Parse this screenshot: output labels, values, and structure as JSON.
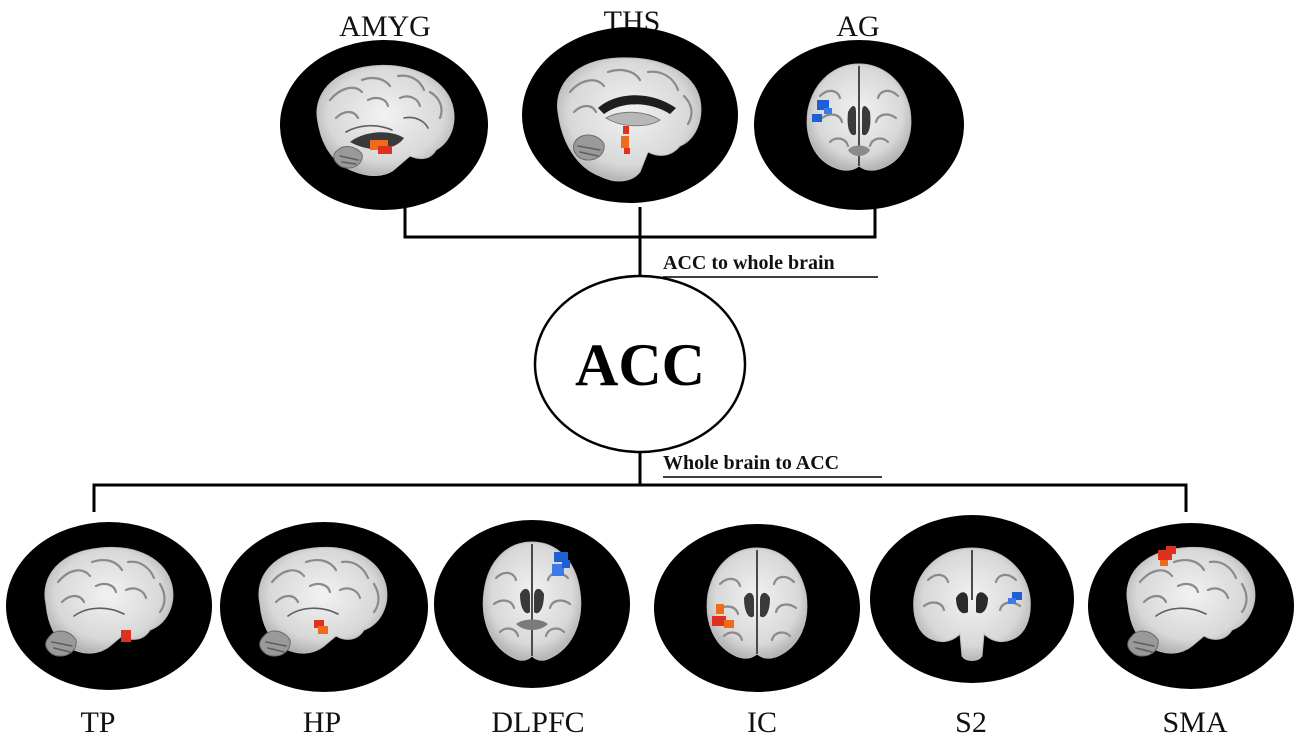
{
  "center": {
    "label": "ACC"
  },
  "connections": {
    "top_label": "ACC to whole brain",
    "bottom_label": "Whole brain to ACC"
  },
  "top_regions": [
    {
      "label": "AMYG",
      "view": "sagittal",
      "activation": "red"
    },
    {
      "label": "THS",
      "view": "sagittal-midline",
      "activation": "red"
    },
    {
      "label": "AG",
      "view": "axial",
      "activation": "blue"
    }
  ],
  "bottom_regions": [
    {
      "label": "TP",
      "view": "sagittal",
      "activation": "red"
    },
    {
      "label": "HP",
      "view": "sagittal",
      "activation": "red"
    },
    {
      "label": "DLPFC",
      "view": "axial",
      "activation": "blue"
    },
    {
      "label": "IC",
      "view": "axial",
      "activation": "red"
    },
    {
      "label": "S2",
      "view": "coronal",
      "activation": "blue"
    },
    {
      "label": "SMA",
      "view": "sagittal",
      "activation": "red"
    }
  ],
  "colors": {
    "activation_red": "#e0301e",
    "activation_orange": "#f06a1a",
    "activation_blue": "#1f5fd6",
    "background_disc": "#000000",
    "line": "#000000"
  }
}
